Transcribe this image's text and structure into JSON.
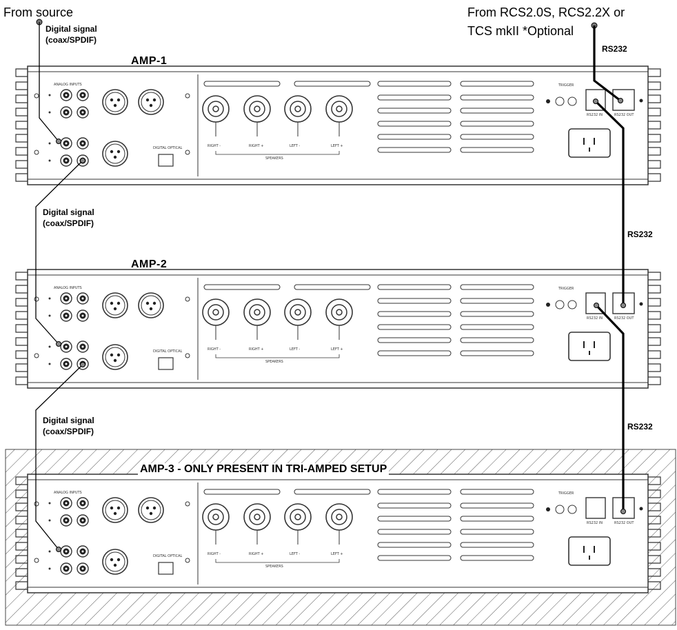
{
  "title_left": "From source",
  "title_right_line1": "From RCS2.0S, RCS2.2X or",
  "title_right_line2": "TCS mkII *Optional",
  "connections": {
    "digital_line1": "Digital signal",
    "digital_line2": "(coax/SPDIF)",
    "rs232": "RS232"
  },
  "amplifiers": [
    {
      "label": "AMP-1",
      "optional": false
    },
    {
      "label": "AMP-2",
      "optional": false
    },
    {
      "label": "AMP-3 - ONLY PRESENT IN TRI-AMPED SETUP",
      "optional": true
    }
  ],
  "panel": {
    "analog_inputs": "ANALOG INPUTS",
    "optical": "DIGITAL OPTICAL",
    "speakers": "SPEAKERS",
    "trigger": "TRIGGER",
    "rs232_in": "RS232 IN",
    "rs232_out": "RS232 OUT",
    "speaker_terminals": [
      "RIGHT -",
      "RIGHT +",
      "LEFT -",
      "LEFT +"
    ]
  },
  "colors": {
    "line": "#000000",
    "panel_stroke": "#333333",
    "hatch": "#555555"
  }
}
